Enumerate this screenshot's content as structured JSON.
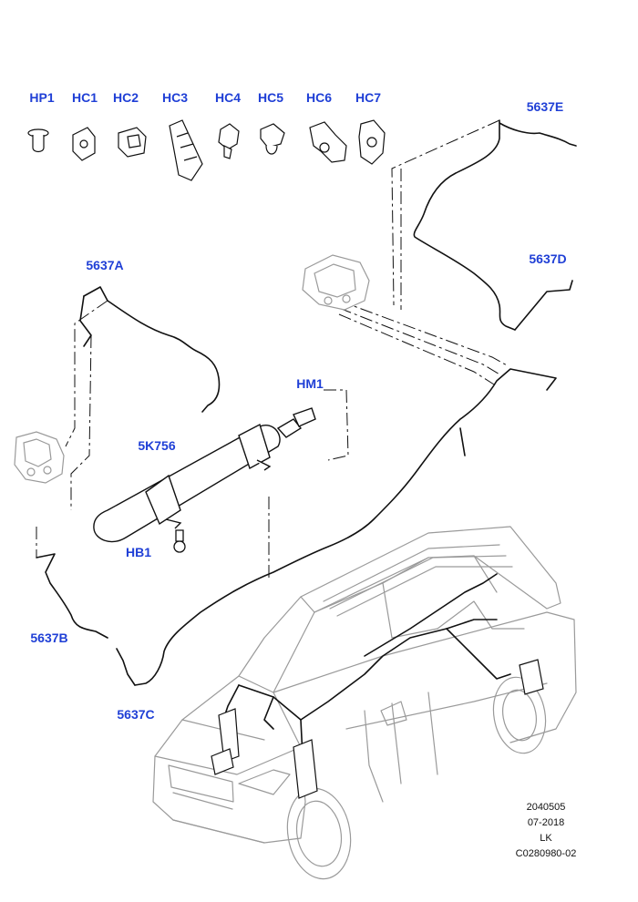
{
  "accent_color": "#1f3fd6",
  "callouts": {
    "HP1": {
      "text": "HP1"
    },
    "HC1": {
      "text": "HC1"
    },
    "HC2": {
      "text": "HC2"
    },
    "HC3": {
      "text": "HC3"
    },
    "HC4": {
      "text": "HC4"
    },
    "HC5": {
      "text": "HC5"
    },
    "HC6": {
      "text": "HC6"
    },
    "HC7": {
      "text": "HC7"
    },
    "5637E": {
      "text": "5637E"
    },
    "5637A": {
      "text": "5637A"
    },
    "5637D": {
      "text": "5637D"
    },
    "HM1": {
      "text": "HM1"
    },
    "5K756": {
      "text": "5K756"
    },
    "HB1": {
      "text": "HB1"
    },
    "5637B": {
      "text": "5637B"
    },
    "5637C": {
      "text": "5637C"
    }
  },
  "footer": {
    "line1": "2040505",
    "line2": "07-2018",
    "line3": "LK",
    "line4": "C0280980-02"
  }
}
